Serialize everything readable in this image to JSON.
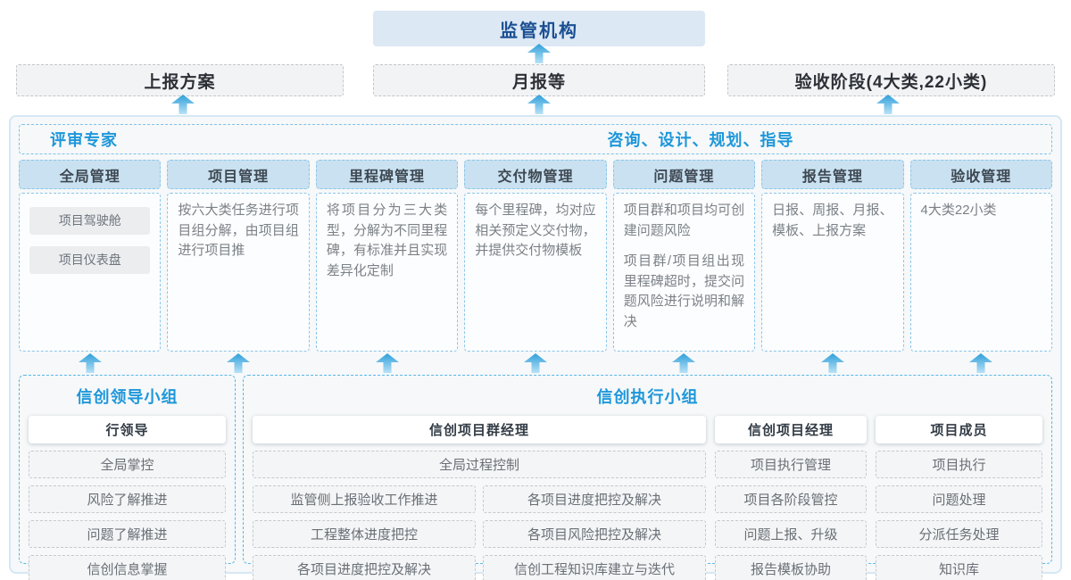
{
  "top": {
    "regulator": "监管机构",
    "report_boxes": [
      {
        "label": "上报方案"
      },
      {
        "label": "月报等"
      },
      {
        "label": "验收阶段(4大类,22小类)"
      }
    ]
  },
  "middle": {
    "left_label": "评审专家",
    "right_label": "咨询、设计、规划、指导",
    "columns": [
      {
        "title": "全局管理",
        "chips": [
          "项目驾驶舱",
          "项目仪表盘"
        ]
      },
      {
        "title": "项目管理",
        "paragraphs": [
          "按六大类任务进行项目组分解，由项目组进行项目推"
        ]
      },
      {
        "title": "里程碑管理",
        "paragraphs": [
          "将项目分为三大类型，分解为不同里程碑，有标准并且实现差异化定制"
        ]
      },
      {
        "title": "交付物管理",
        "paragraphs": [
          "每个里程碑，均对应相关预定义交付物，并提供交付物模板"
        ]
      },
      {
        "title": "问题管理",
        "paragraphs": [
          "项目群和项目均可创建问题风险",
          "项目群/项目组出现里程碑超时，提交问题风险进行说明和解决"
        ]
      },
      {
        "title": "报告管理",
        "paragraphs": [
          "日报、周报、月报、模板、上报方案"
        ]
      },
      {
        "title": "验收管理",
        "paragraphs": [
          "4大类22小类"
        ]
      }
    ]
  },
  "bottom": {
    "leader_group": {
      "title": "信创领导小组",
      "role": "行领导",
      "items": [
        "全局掌控",
        "风险了解推进",
        "问题了解推进",
        "信创信息掌握"
      ]
    },
    "exec_group": {
      "title": "信创执行小组",
      "sections": [
        {
          "role": "信创项目群经理",
          "full_item": "全局过程控制",
          "left_items": [
            "监管侧上报验收工作推进",
            "工程整体进度把控",
            "各项目进度把控及解决"
          ],
          "right_items": [
            "各项目进度把控及解决",
            "各项目风险把控及解决",
            "信创工程知识库建立与迭代"
          ]
        },
        {
          "role": "信创项目经理",
          "items": [
            "项目执行管理",
            "项目各阶段管控",
            "问题上报、升级",
            "报告模板协助"
          ]
        },
        {
          "role": "项目成员",
          "items": [
            "项目执行",
            "问题处理",
            "分派任务处理",
            "知识库"
          ]
        }
      ]
    }
  },
  "icons": {
    "up_arrow": "up-arrow-icon"
  },
  "colors": {
    "accent_blue": "#1e97da",
    "navy_text": "#1b4f93",
    "regulator_bg": "#dce8f4",
    "column_header_bg": "#c9e1f0",
    "panel_border": "#d5e8f3",
    "arrow_gradient_top": "#2f9fda",
    "arrow_gradient_bottom": "#b8e2f6"
  }
}
